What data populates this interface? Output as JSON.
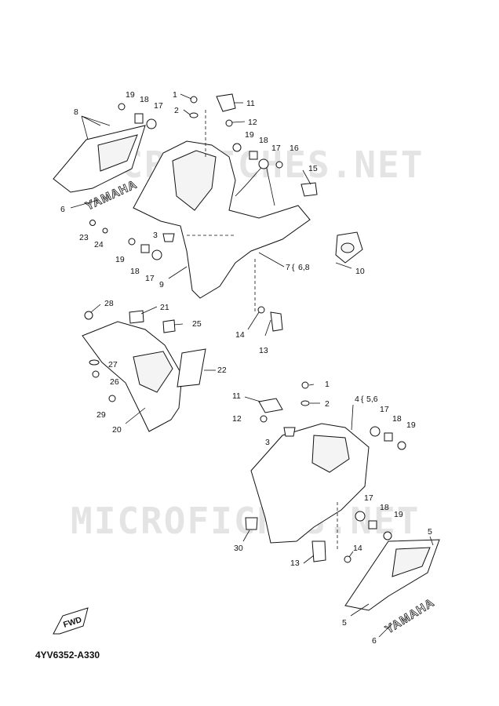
{
  "watermark": "MICROFICHES.NET",
  "diagram_code": "4YV6352-A330",
  "fwd_label": "FWD",
  "brand_text": "YAMAHA",
  "callouts": {
    "c1": "1",
    "c2": "2",
    "c3": "3",
    "c4": "4",
    "c4b": "5,6",
    "c5": "5",
    "c6": "6",
    "c7": "7",
    "c7b": "6,8",
    "c8": "8",
    "c9": "9",
    "c10": "10",
    "c11": "11",
    "c12": "12",
    "c13": "13",
    "c14": "14",
    "c15": "15",
    "c16": "16",
    "c17": "17",
    "c18": "18",
    "c19": "19",
    "c20": "20",
    "c21": "21",
    "c22": "22",
    "c23": "23",
    "c24": "24",
    "c25": "25",
    "c26": "26",
    "c27": "27",
    "c28": "28",
    "c29": "29",
    "c30": "30"
  }
}
